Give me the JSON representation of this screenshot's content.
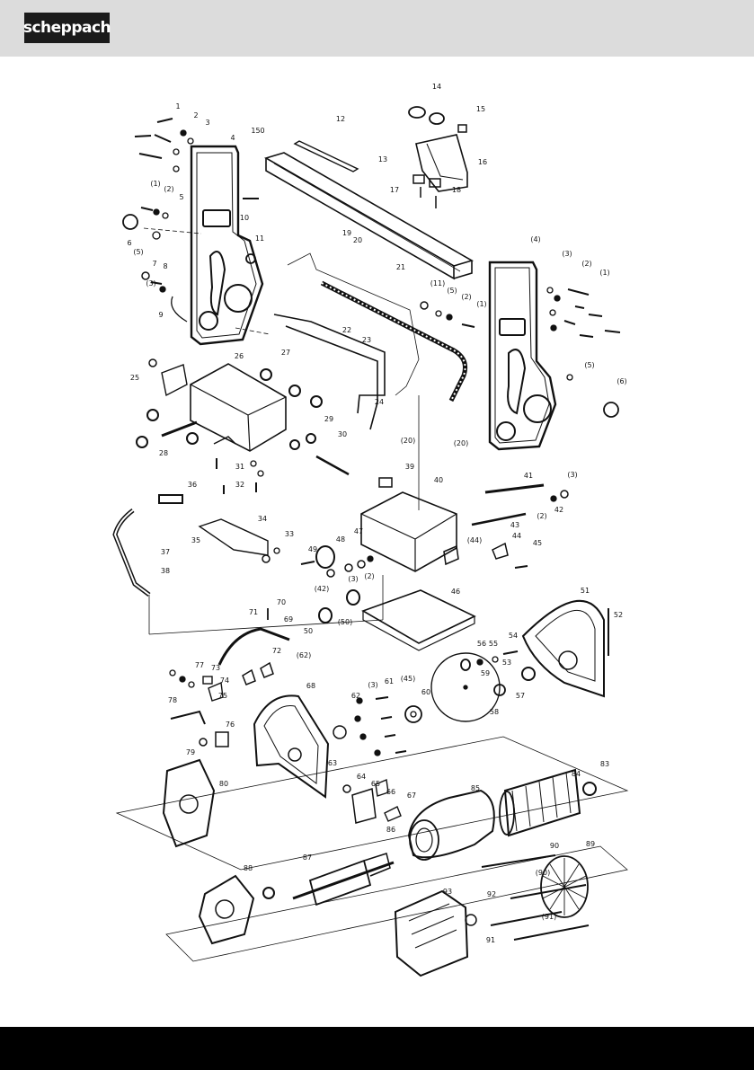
{
  "header": {
    "brand": "scheppach"
  },
  "diagram": {
    "callouts": [
      "1",
      "2",
      "3",
      "4",
      "150",
      "12",
      "13",
      "14",
      "15",
      "16",
      "17",
      "18",
      "(1)",
      "(2)",
      "5",
      "6",
      "(5)",
      "10",
      "11",
      "7",
      "8",
      "(3)",
      "9",
      "19",
      "20",
      "21",
      "(4)",
      "(3)",
      "(2)",
      "(1)",
      "(11)",
      "(5)",
      "(2)",
      "(1)",
      "22",
      "23",
      "24",
      "(5)",
      "(6)",
      "25",
      "26",
      "27",
      "29",
      "28",
      "30",
      "(20)",
      "(20)",
      "39",
      "31",
      "32",
      "40",
      "41",
      "(3)",
      "36",
      "34",
      "33",
      "35",
      "(2)",
      "42",
      "43",
      "44",
      "(44)",
      "45",
      "47",
      "48",
      "49",
      "37",
      "38",
      "(3)",
      "(2)",
      "(42)",
      "46",
      "50",
      "(50)",
      "51",
      "52",
      "70",
      "71",
      "69",
      "72",
      "(62)",
      "56",
      "55",
      "54",
      "53",
      "77",
      "73",
      "74",
      "78",
      "75",
      "(3)",
      "61",
      "(45)",
      "62",
      "60",
      "59",
      "58",
      "57",
      "68",
      "76",
      "79",
      "63",
      "64",
      "65",
      "66",
      "67",
      "85",
      "84",
      "83",
      "80",
      "86",
      "90",
      "89",
      "(90)",
      "88",
      "87",
      "93",
      "92",
      "91",
      "(91)"
    ]
  }
}
